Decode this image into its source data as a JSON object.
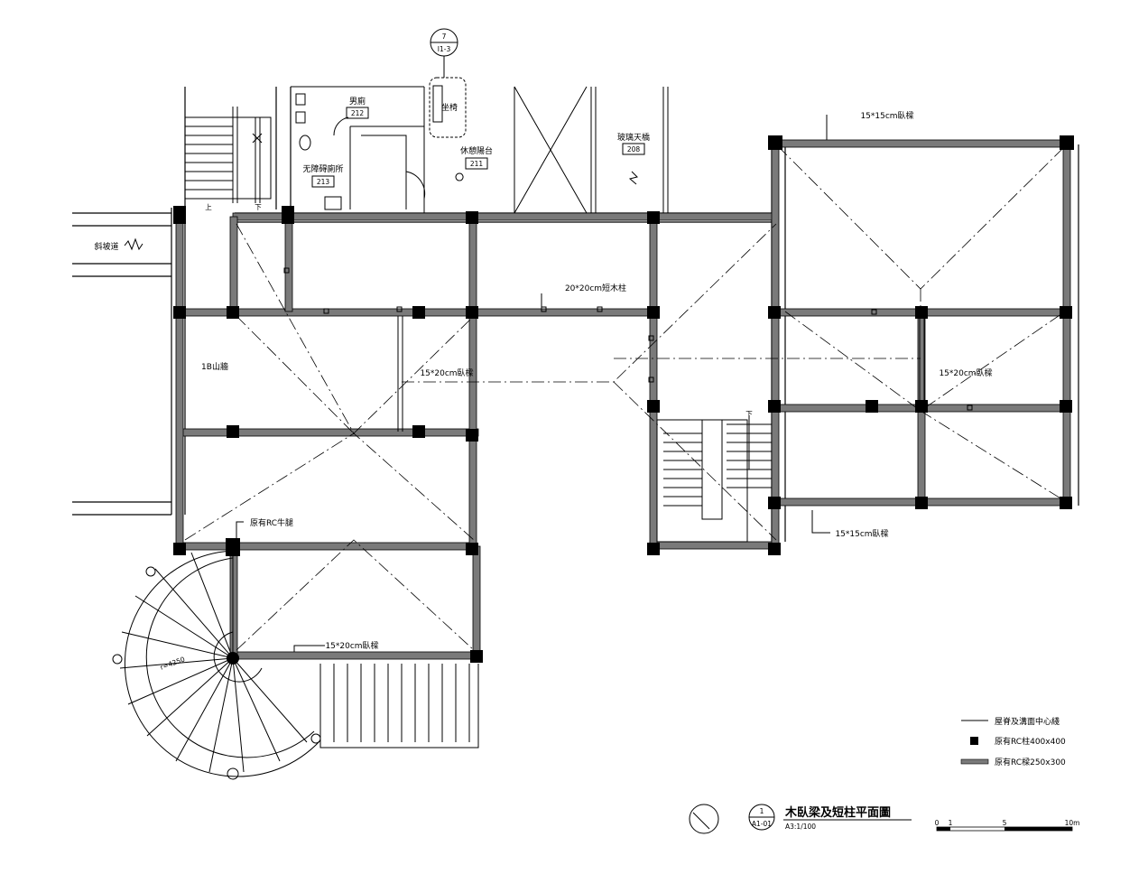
{
  "labels": {
    "male_wc": "男廁",
    "male_wc_no": "212",
    "bench": "坐椅",
    "rest_balcony": "休憩陽台",
    "rest_balcony_no": "211",
    "glass_skylight": "玻璃天橋",
    "glass_skylight_no": "208",
    "accessible_wc": "无障碍廁所",
    "accessible_wc_no": "213",
    "ramp": "斜坡道",
    "gable_wall": "1B山牆",
    "up": "上",
    "down": "下",
    "down2": "下",
    "short_post": "20*20cm短木柱",
    "purlin_15x20_a": "15*20cm臥樑",
    "purlin_15x20_b": "15*20cm臥樑",
    "purlin_15x20_c": "15*20cm臥樑",
    "purlin_15x15_top": "15*15cm臥樑",
    "purlin_15x15_bottom": "15*15cm臥樑",
    "rc_corbel": "原有RC牛腿",
    "radius": "r=4250"
  },
  "callout": {
    "number": "7",
    "sheet": "I1-3"
  },
  "legend": {
    "ridge_line": "屋脊及溝面中心綫",
    "rc_column": "原有RC柱400x400",
    "rc_beam": "原有RC樑250x300"
  },
  "title_block": {
    "drawing_no": "1",
    "sheet": "A1-01",
    "title": "木臥梁及短柱平面圖",
    "scale": "A3:1/100"
  },
  "scale_bar": {
    "ticks": [
      "0",
      "1",
      "5",
      "10m"
    ]
  }
}
